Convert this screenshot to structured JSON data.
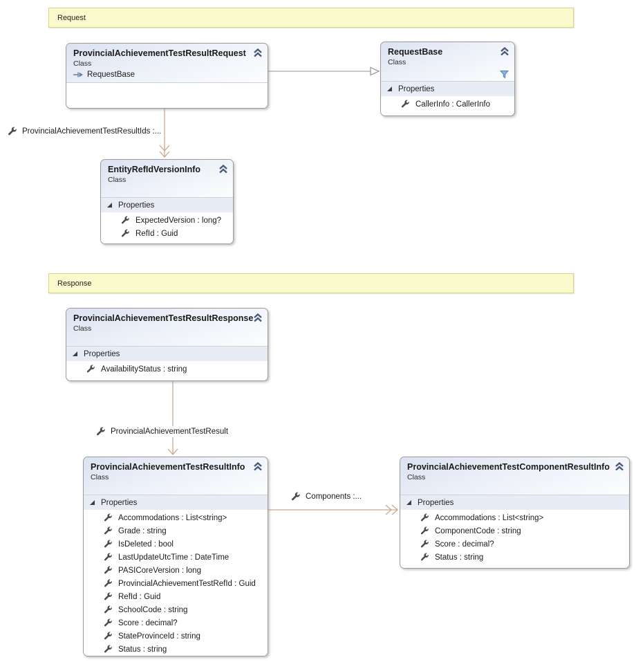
{
  "diagram": {
    "banners": [
      {
        "label": "Request"
      },
      {
        "label": "Response"
      }
    ],
    "classes": [
      {
        "title": "ProvincialAchievementTestResultRequest",
        "stereotype": "Class",
        "inherits": "RequestBase",
        "sections": []
      },
      {
        "title": "RequestBase",
        "stereotype": "Class",
        "has_filter": true,
        "sections": [
          {
            "label": "Properties",
            "members": [
              "CallerInfo : CallerInfo"
            ]
          }
        ]
      },
      {
        "title": "EntityRefIdVersionInfo",
        "stereotype": "Class",
        "sections": [
          {
            "label": "Properties",
            "members": [
              "ExpectedVersion : long?",
              "RefId : Guid"
            ]
          }
        ]
      },
      {
        "title": "ProvincialAchievementTestResultResponse",
        "stereotype": "Class",
        "sections": [
          {
            "label": "Properties",
            "members": [
              "AvailabilityStatus : string"
            ]
          }
        ]
      },
      {
        "title": "ProvincialAchievementTestResultInfo",
        "stereotype": "Class",
        "sections": [
          {
            "label": "Properties",
            "members": [
              "Accommodations : List<string>",
              "Grade : string",
              "IsDeleted : bool",
              "LastUpdateUtcTime : DateTime",
              "PASICoreVersion : long",
              "ProvincialAchievementTestRefId : Guid",
              "RefId : Guid",
              "SchoolCode : string",
              "Score : decimal?",
              "StateProvinceId : string",
              "Status : string"
            ]
          }
        ]
      },
      {
        "title": "ProvincialAchievementTestComponentResultInfo",
        "stereotype": "Class",
        "sections": [
          {
            "label": "Properties",
            "members": [
              "Accommodations : List<string>",
              "ComponentCode : string",
              "Score : decimal?",
              "Status : string"
            ]
          }
        ]
      }
    ],
    "connectors": [
      {
        "type": "inheritance",
        "from": "ProvincialAchievementTestResultRequest",
        "to": "RequestBase",
        "label": ""
      },
      {
        "type": "collection-association",
        "label": "ProvincialAchievementTestResultIds :..."
      },
      {
        "type": "association",
        "label": "ProvincialAchievementTestResult"
      },
      {
        "type": "collection-association",
        "label": "Components :..."
      }
    ],
    "icons": {
      "collapse": "chevron-up-double",
      "property": "wrench",
      "filter": "funnel",
      "inherits": "arrow-right-bar",
      "section_expander": "filled-triangle"
    },
    "colors": {
      "banner_bg": "#FBFACC",
      "banner_border": "#D8D28E",
      "header_gradient_top": "#DBE2F1",
      "section_band_bg": "#E8ECF5",
      "box_border": "#9A9A9A",
      "association_line": "#C9A88F",
      "inheritance_line": "#A8A8A8"
    }
  }
}
